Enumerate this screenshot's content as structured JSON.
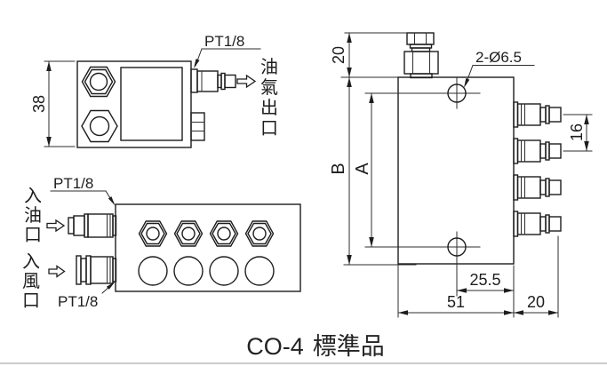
{
  "drawing": {
    "title_model": "CO-4",
    "title_variant": "標準品"
  },
  "side_view": {
    "height_dim": "38",
    "port_label": "PT1/8",
    "outlet_label": "油氣出口"
  },
  "front_view": {
    "oil_port_label": "PT1/8",
    "air_port_label": "PT1/8",
    "oil_inlet_label": "入油口",
    "air_inlet_label": "入風口"
  },
  "profile_view": {
    "fitting_height_dim": "20",
    "hole_callout": "2-Ø6.5",
    "outer_height_dim": "B",
    "hole_pitch_dim": "A",
    "outlet_pitch_dim": "16",
    "hole_offset_dim": "25.5",
    "body_width_dim": "51",
    "fitting_length_dim": "20"
  }
}
